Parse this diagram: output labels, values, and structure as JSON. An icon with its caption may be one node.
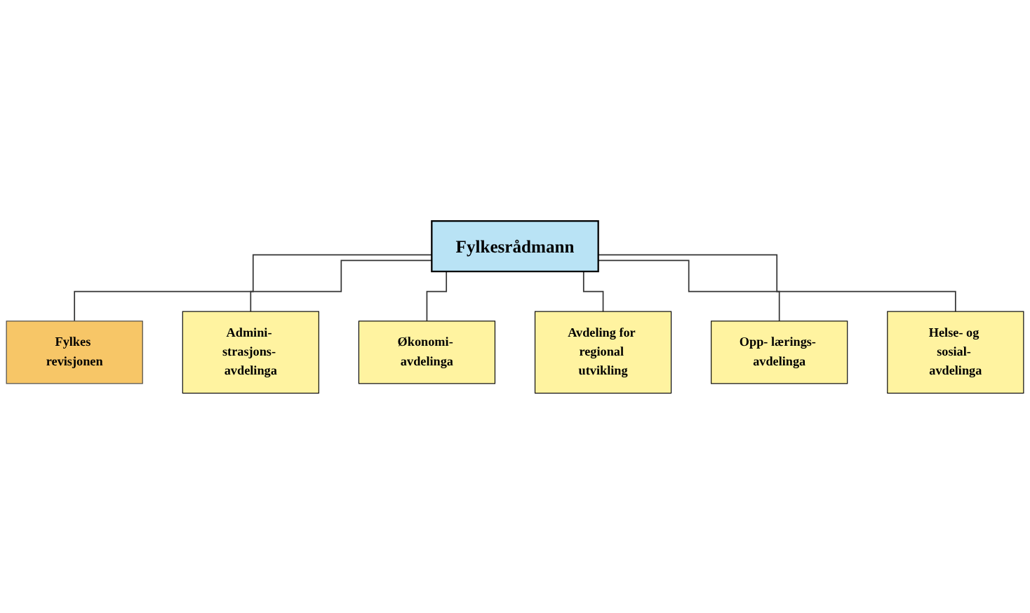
{
  "diagram": {
    "nodes": [
      {
        "text": [
          "Fylkesrådmann"
        ]
      },
      {
        "text": [
          "Fylkes revisjonen"
        ]
      },
      {
        "text": [
          "Admini- strasjons- avdelinga"
        ]
      },
      {
        "text": [
          "Økonomi- avdelinga"
        ]
      },
      {
        "text": [
          "Avdeling for regional utvikling"
        ]
      },
      {
        "text": [
          "Opp- lærings- avdelinga"
        ]
      },
      {
        "text": [
          "Helse- og sosial- avdelinga"
        ]
      }
    ],
    "edges": [
      {
        "from": 0,
        "to": 1,
        "arrow": "none"
      },
      {
        "from": 0,
        "to": 2,
        "arrow": "none"
      },
      {
        "from": 0,
        "to": 3,
        "arrow": "none"
      },
      {
        "from": 0,
        "to": 4,
        "arrow": "none"
      },
      {
        "from": 0,
        "to": 5,
        "arrow": "none"
      },
      {
        "from": 0,
        "to": 6,
        "arrow": "none"
      }
    ]
  }
}
